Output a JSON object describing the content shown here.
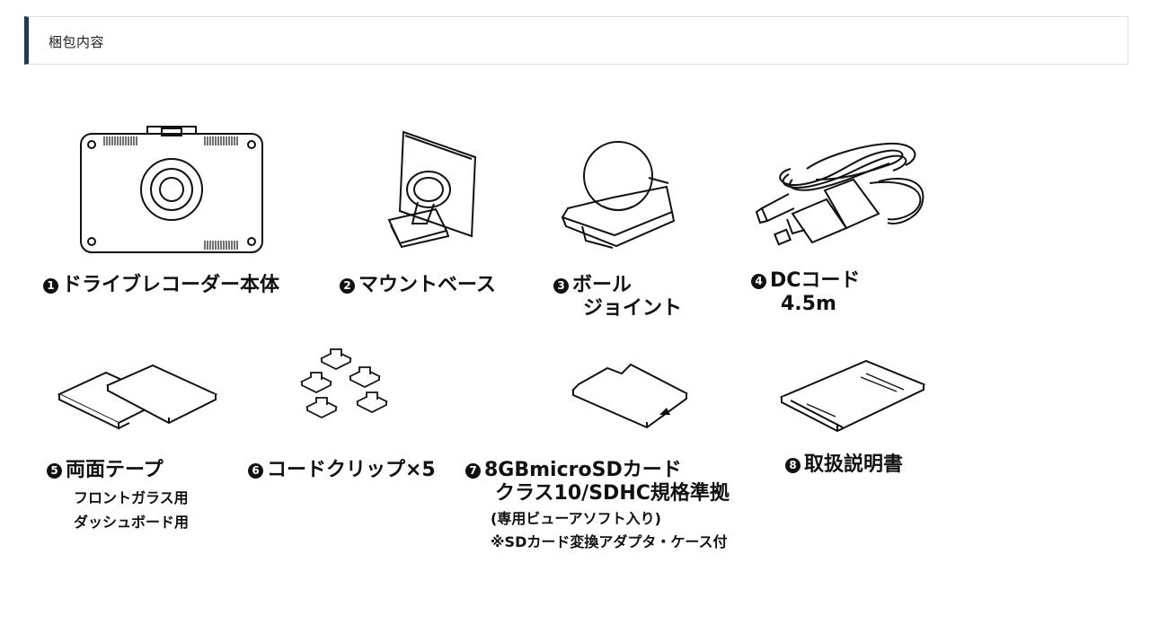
{
  "header": {
    "title": "梱包内容"
  },
  "items": [
    {
      "num": "1",
      "lines": [
        "ドライブレコーダー本体"
      ],
      "icon": "dashcam-body-icon"
    },
    {
      "num": "2",
      "lines": [
        "マウントベース"
      ],
      "icon": "mount-base-icon"
    },
    {
      "num": "3",
      "lines": [
        "ボール",
        "ジョイント"
      ],
      "icon": "ball-joint-icon"
    },
    {
      "num": "4",
      "lines": [
        "DCコード",
        "4.5m"
      ],
      "icon": "dc-cord-icon"
    },
    {
      "num": "5",
      "lines": [
        "両面テープ"
      ],
      "sub": [
        "フロントガラス用",
        "ダッシュボード用"
      ],
      "icon": "double-sided-tape-icon"
    },
    {
      "num": "6",
      "lines": [
        "コードクリップ×5"
      ],
      "icon": "cord-clip-icon"
    },
    {
      "num": "7",
      "lines": [
        "8GBmicroSDカード",
        "クラス10/SDHC規格準拠"
      ],
      "sub": [
        "(専用ビューアソフト入り)",
        "※SDカード変換アダプタ・ケース付"
      ],
      "icon": "microsd-card-icon"
    },
    {
      "num": "8",
      "lines": [
        "取扱説明書"
      ],
      "icon": "manual-icon"
    }
  ]
}
